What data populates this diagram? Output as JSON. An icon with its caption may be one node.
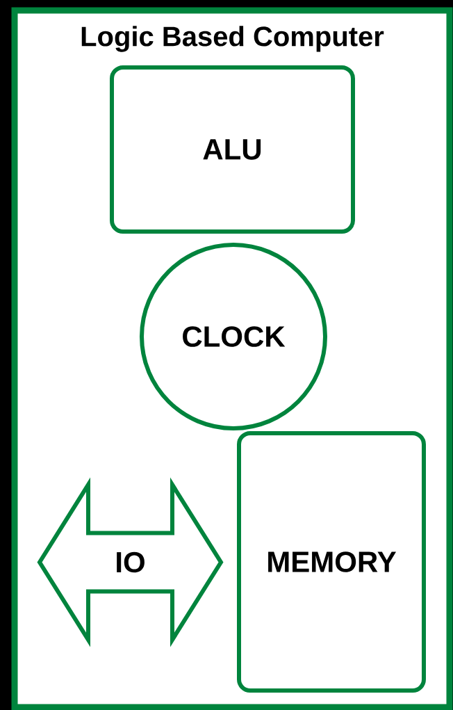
{
  "diagram": {
    "nodes": [
      {
        "text": [
          "Logic Based Computer"
        ]
      },
      {
        "text": [
          "ALU"
        ],
        "in": 0
      },
      {
        "text": [
          "CLOCK"
        ],
        "in": 0
      },
      {
        "text": [
          "IO"
        ],
        "in": 0
      },
      {
        "text": [
          "MEMORY"
        ],
        "in": 0
      }
    ]
  }
}
